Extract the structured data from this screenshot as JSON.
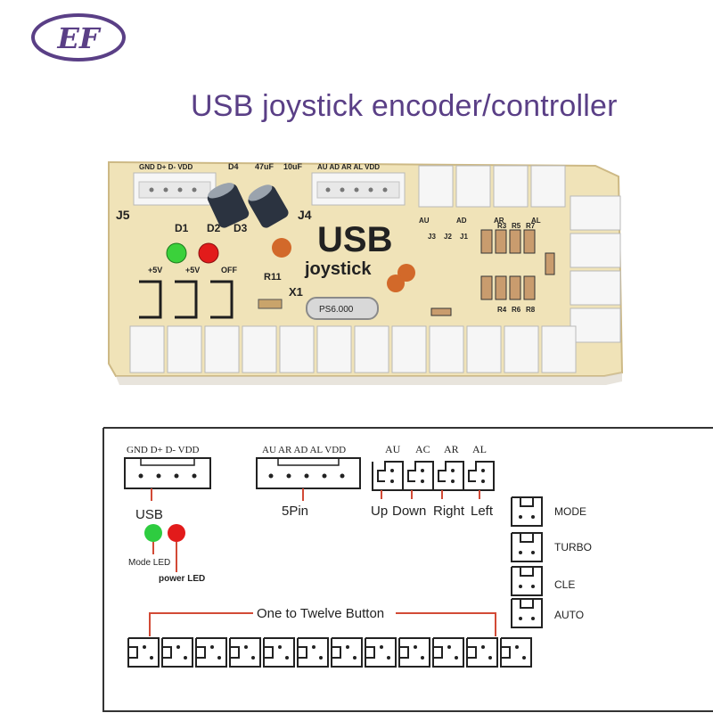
{
  "logo_text": "EF",
  "headline": "USB joystick encoder/controller",
  "board": {
    "j5_pins": "GND D+ D- VDD",
    "d4": "D4",
    "cap_47": "47uF",
    "cap_10": "10uF",
    "j4_pins": "AU AD AR AL VDD",
    "j5": "J5",
    "j4": "J4",
    "d1": "D1",
    "d2": "D2",
    "d3": "D3",
    "usb": "USB",
    "joystick": "joystick",
    "plus5v_a": "+5V",
    "plus5v_b": "+5V",
    "off": "OFF",
    "r11": "R11",
    "x1": "X1",
    "crystal": "PS6.000",
    "r3": "R3",
    "r5": "R5",
    "r7": "R7",
    "r4": "R4",
    "r6": "R6",
    "r8": "R8",
    "au": "AU",
    "ad": "AD",
    "ar": "AR",
    "al": "AL",
    "j3": "J3",
    "j2": "J2",
    "j1": "J1"
  },
  "diagram": {
    "usb_pins": "GND D+ D- VDD",
    "usb_label": "USB",
    "fivepin_pins": "AU AR AD AL VDD",
    "fivepin_label": "5Pin",
    "dir_top": [
      "AU",
      "AC",
      "AR",
      "AL"
    ],
    "dir_bottom": [
      "Up",
      "Down",
      "Right",
      "Left"
    ],
    "mode_led": "Mode LED",
    "power_led": "power LED",
    "side_buttons": [
      "MODE",
      "TURBO",
      "CLE",
      "AUTO"
    ],
    "buttons_label": "One to Twelve Button"
  },
  "colors": {
    "headline": "#5a3f86",
    "logo": "#5a3f86",
    "pcb": "#f0e3b8",
    "silk": "#1e1e1e",
    "connector": "#f4f4f4",
    "led_green": "#2ecc40",
    "led_red": "#e21b1b",
    "line_red": "#d24a36",
    "frame": "#333333"
  }
}
